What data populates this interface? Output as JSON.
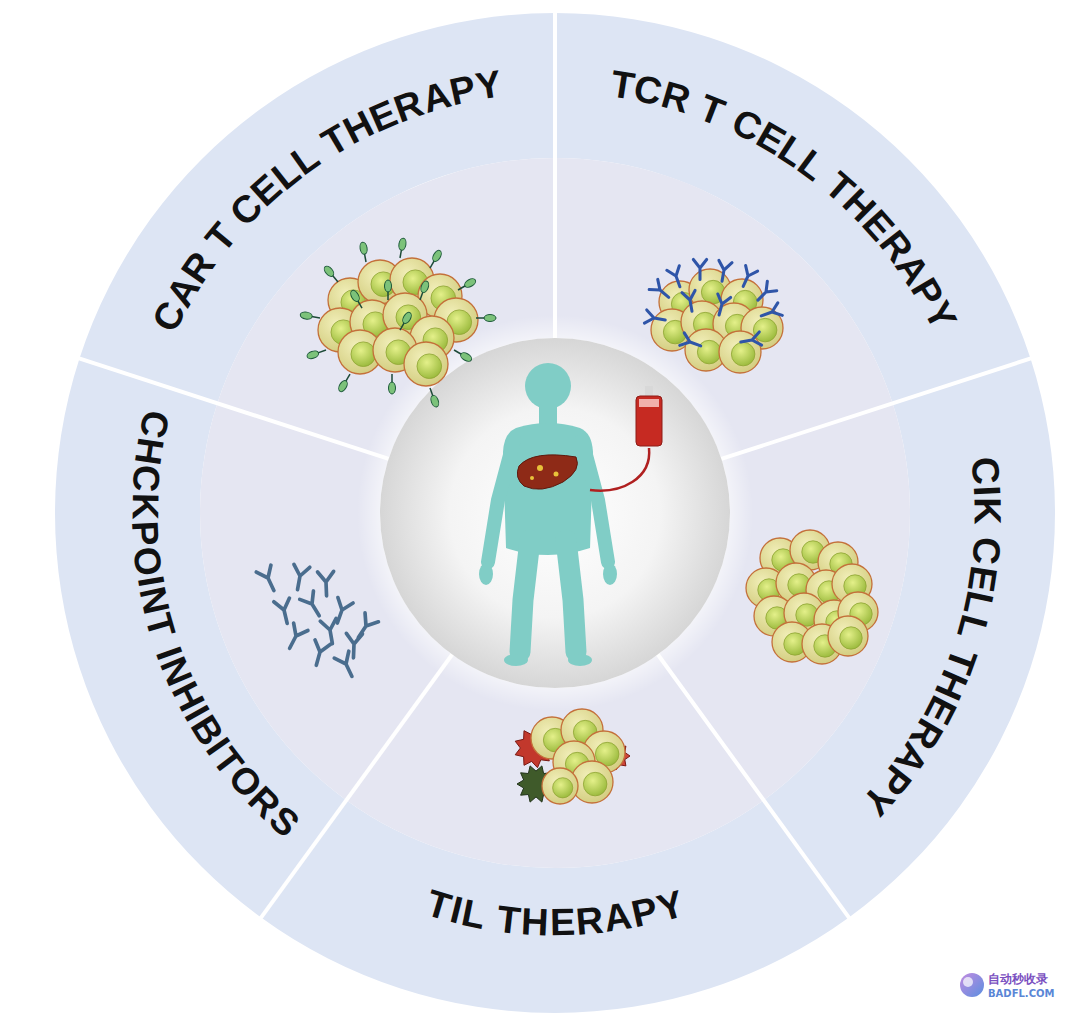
{
  "diagram": {
    "nodes": [
      {
        "text": [
          "CAR T CELL THERAPY"
        ]
      },
      {
        "text": [
          "TCR T CELL THERAPY"
        ]
      },
      {
        "text": [
          "CIK CELL THERAPY"
        ]
      },
      {
        "text": [
          "TIL THERAPY"
        ]
      },
      {
        "text": [
          "CHCKPOINT INHIBITORS"
        ]
      }
    ],
    "labels": [
      "自动秒收录",
      "BADFL.COM"
    ]
  }
}
